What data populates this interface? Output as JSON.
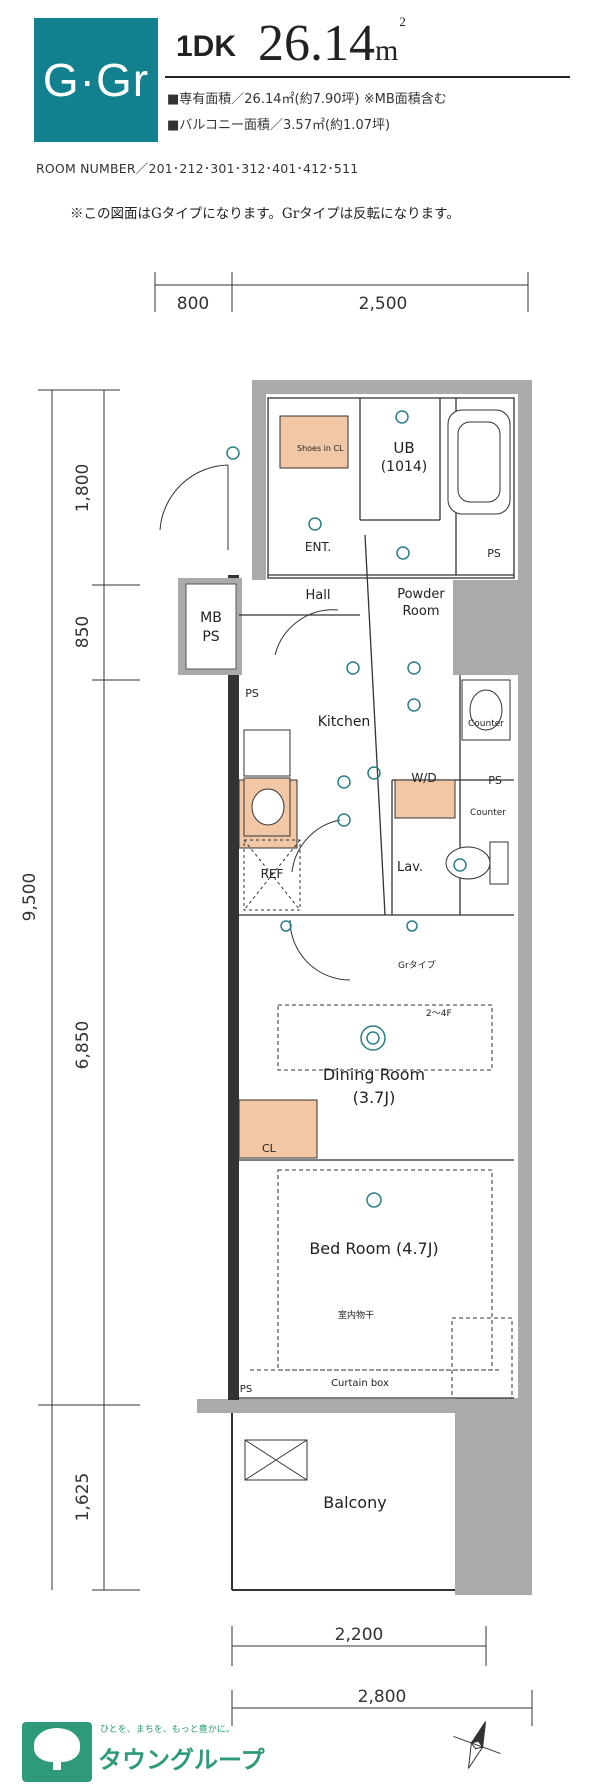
{
  "header": {
    "type_badge": "G·Gr",
    "layout_type": "1DK",
    "area_main": "26.14",
    "area_unit": "m",
    "area_sup": "2",
    "spec_lines": [
      "■専有面積／26.14㎡(約7.90坪) ※MB面積含む",
      "■バルコニー面積／3.57㎡(約1.07坪)"
    ],
    "room_numbers": "ROOM NUMBER／201･212･301･312･401･412･511",
    "note": "※この図面はGタイプになります。Grタイプは反転になります。"
  },
  "dimensions": {
    "top": [
      "800",
      "2,500"
    ],
    "left": [
      "1,800",
      "850",
      "9,500",
      "6,850",
      "1,625"
    ],
    "bottom": [
      "2,200",
      "2,800"
    ]
  },
  "rooms": {
    "shoes_cl": "Shoes in CL",
    "ub": "UB",
    "ub_size": "(1014)",
    "ent": "ENT.",
    "ps_top": "PS",
    "hall": "Hall",
    "powder_room_1": "Powder",
    "powder_room_2": "Room",
    "mb": "MB",
    "mb_ps": "PS",
    "ps_left": "PS",
    "kitchen": "Kitchen",
    "counter_1": "Counter",
    "wd": "W/D",
    "ps_right": "PS",
    "counter_2": "Counter",
    "ref": "REF",
    "lav": "Lav.",
    "gr_type": "Grタイプ",
    "floor_note": "2～4F",
    "dining_room": "Dining Room",
    "dining_size": "(3.7J)",
    "cl": "CL",
    "bed_room": "Bed Room (4.7J)",
    "indoor_dryer": "室内物干",
    "curtain_box": "Curtain box",
    "ps_bottom": "PS",
    "balcony": "Balcony"
  },
  "brand": {
    "tagline": "ひとを、まちを、もっと豊かに。",
    "name": "タウングループ"
  },
  "colors": {
    "badge": "#12808e",
    "wall_gray": "#aaaaaa",
    "storage_fill": "#f2c7a5",
    "fixture_blue": "#2a7f86",
    "brand_green": "#2e9a7a"
  }
}
